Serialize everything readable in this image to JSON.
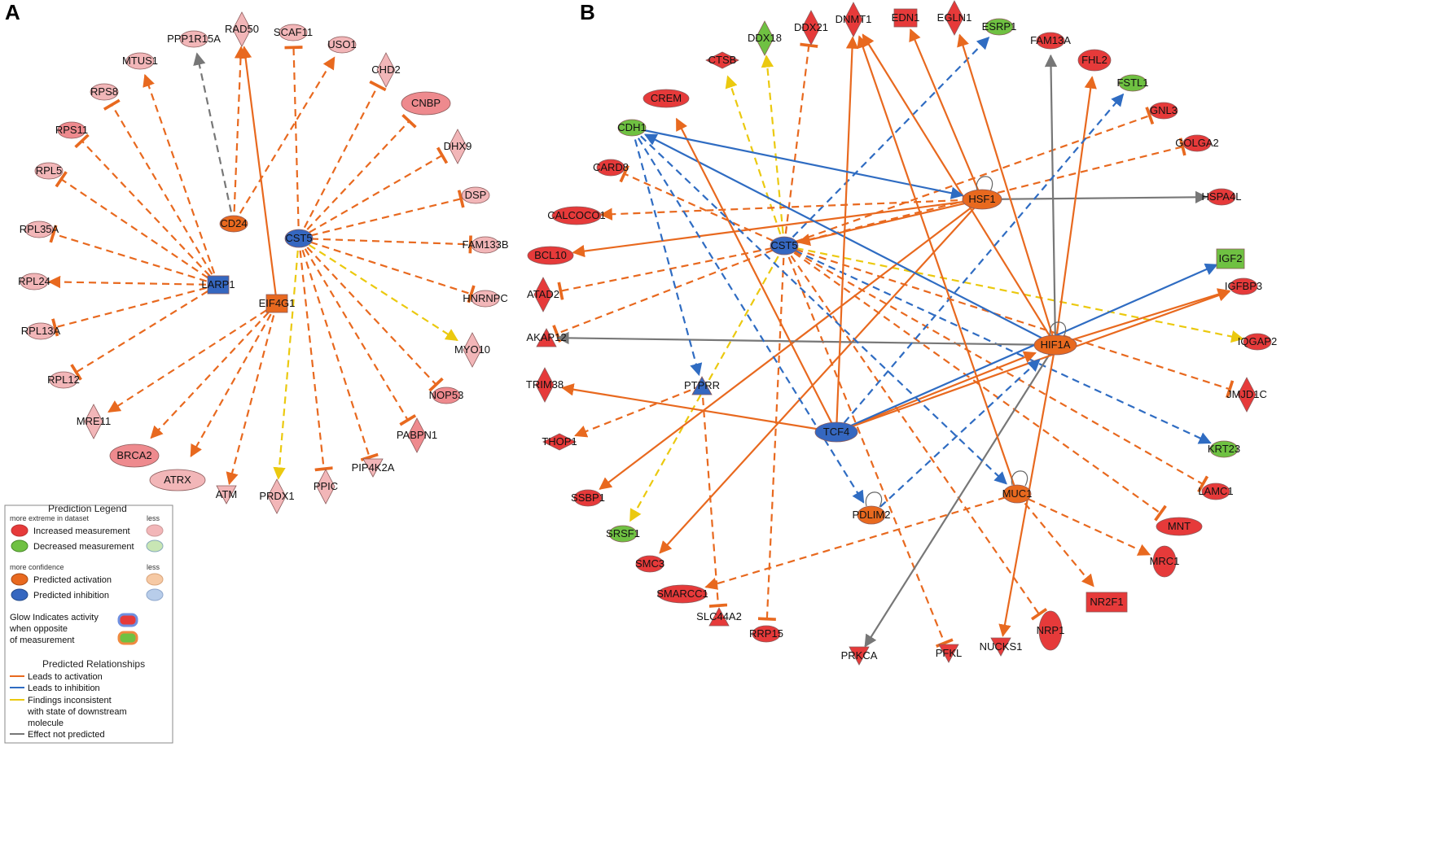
{
  "panels": {
    "a": "A",
    "b": "B"
  },
  "colors": {
    "activation": "#E8691F",
    "inhibition": "#2F6CC2",
    "inconsistent": "#EBC90F",
    "not_predicted": "#777777",
    "increased_strong": "#E63A3A",
    "increased_light": "#F2B6B8",
    "increased_mid": "#EE8A8E",
    "decreased": "#6FC142",
    "decreased_light": "#C8E6B4",
    "pred_activation": "#E8691F",
    "pred_activation_light": "#F6C9A4",
    "pred_inhibition": "#3567C0",
    "pred_inhibition_light": "#B8CDEA"
  },
  "legend": {
    "title": "Prediction Legend",
    "extreme_left": "more extreme in dataset",
    "extreme_right": "less",
    "increased": "Increased measurement",
    "decreased": "Decreased measurement",
    "confidence_left": "more confidence",
    "confidence_right": "less",
    "pred_activation": "Predicted activation",
    "pred_inhibition": "Predicted inhibition",
    "glow_lines": [
      "Glow Indicates activity",
      "when opposite",
      "of measurement"
    ],
    "rel_title": "Predicted Relationships",
    "rel_activation": "Leads to activation",
    "rel_inhibition": "Leads to inhibition",
    "rel_inconsistent_lines": [
      "Findings inconsistent",
      "with state of downstream",
      "molecule"
    ],
    "rel_not_predicted": "Effect not predicted"
  },
  "network_a": {
    "nodes": [
      {
        "id": "CST5",
        "shape": "ellipse",
        "fill": "pred_inhibition"
      },
      {
        "id": "CD24",
        "shape": "ellipse",
        "fill": "pred_activation"
      },
      {
        "id": "LARP1",
        "shape": "rect",
        "fill": "pred_inhibition"
      },
      {
        "id": "EIF4G1",
        "shape": "rect",
        "fill": "pred_activation"
      },
      {
        "id": "RAD50",
        "shape": "diamond",
        "fill": "increased_light"
      },
      {
        "id": "SCAF11",
        "shape": "ellipse",
        "fill": "increased_light"
      },
      {
        "id": "USO1",
        "shape": "ellipse",
        "fill": "increased_light"
      },
      {
        "id": "PPP1R15A",
        "shape": "ellipse",
        "fill": "increased_light"
      },
      {
        "id": "MTUS1",
        "shape": "ellipse",
        "fill": "increased_light"
      },
      {
        "id": "RPS8",
        "shape": "ellipse",
        "fill": "increased_light"
      },
      {
        "id": "RPS11",
        "shape": "ellipse",
        "fill": "increased_mid"
      },
      {
        "id": "RPL5",
        "shape": "ellipse",
        "fill": "increased_light"
      },
      {
        "id": "RPL35A",
        "shape": "ellipse",
        "fill": "increased_light"
      },
      {
        "id": "RPL24",
        "shape": "ellipse",
        "fill": "increased_light"
      },
      {
        "id": "RPL13A",
        "shape": "ellipse",
        "fill": "increased_light"
      },
      {
        "id": "RPL12",
        "shape": "ellipse",
        "fill": "increased_light"
      },
      {
        "id": "MRE11",
        "shape": "diamond",
        "fill": "increased_light"
      },
      {
        "id": "BRCA2",
        "shape": "ellipse",
        "fill": "increased_mid"
      },
      {
        "id": "ATRX",
        "shape": "ellipse",
        "fill": "increased_light"
      },
      {
        "id": "ATM",
        "shape": "triangle-down",
        "fill": "increased_light"
      },
      {
        "id": "PRDX1",
        "shape": "diamond",
        "fill": "increased_light"
      },
      {
        "id": "PPIC",
        "shape": "diamond",
        "fill": "increased_light"
      },
      {
        "id": "PIP4K2A",
        "shape": "triangle-down",
        "fill": "increased_light"
      },
      {
        "id": "PABPN1",
        "shape": "diamond",
        "fill": "increased_mid"
      },
      {
        "id": "NOP53",
        "shape": "ellipse",
        "fill": "increased_mid"
      },
      {
        "id": "MYO10",
        "shape": "diamond",
        "fill": "increased_light"
      },
      {
        "id": "HNRNPC",
        "shape": "ellipse",
        "fill": "increased_light"
      },
      {
        "id": "FAM133B",
        "shape": "ellipse",
        "fill": "increased_light"
      },
      {
        "id": "DSP",
        "shape": "ellipse",
        "fill": "increased_light"
      },
      {
        "id": "DHX9",
        "shape": "diamond",
        "fill": "increased_light"
      },
      {
        "id": "CNBP",
        "shape": "ellipse",
        "fill": "increased_mid"
      },
      {
        "id": "CHD2",
        "shape": "diamond",
        "fill": "increased_light"
      }
    ],
    "edges": [
      {
        "from": "CD24",
        "to": "RAD50",
        "type": "activation",
        "dashed": true
      },
      {
        "from": "CD24",
        "to": "USO1",
        "type": "activation",
        "dashed": true
      },
      {
        "from": "CD24",
        "to": "PPP1R15A",
        "type": "not_predicted",
        "dashed": true
      },
      {
        "from": "EIF4G1",
        "to": "RAD50",
        "type": "activation",
        "dashed": false
      },
      {
        "from": "CST5",
        "to": "SCAF11",
        "type": "inhibit_bar",
        "dashed": true
      },
      {
        "from": "CST5",
        "to": "CHD2",
        "type": "inhibit_bar",
        "dashed": true
      },
      {
        "from": "CST5",
        "to": "CNBP",
        "type": "inhibit_bar",
        "dashed": true
      },
      {
        "from": "CST5",
        "to": "DHX9",
        "type": "inhibit_bar",
        "dashed": true
      },
      {
        "from": "CST5",
        "to": "DSP",
        "type": "inhibit_bar",
        "dashed": true
      },
      {
        "from": "CST5",
        "to": "FAM133B",
        "type": "inhibit_bar",
        "dashed": true
      },
      {
        "from": "CST5",
        "to": "HNRNPC",
        "type": "inhibit_bar",
        "dashed": true
      },
      {
        "from": "CST5",
        "to": "MYO10",
        "type": "inconsistent",
        "dashed": true
      },
      {
        "from": "CST5",
        "to": "NOP53",
        "type": "inhibit_bar",
        "dashed": true
      },
      {
        "from": "CST5",
        "to": "PABPN1",
        "type": "inhibit_bar",
        "dashed": true
      },
      {
        "from": "CST5",
        "to": "PIP4K2A",
        "type": "inhibit_bar",
        "dashed": true
      },
      {
        "from": "CST5",
        "to": "PPIC",
        "type": "inhibit_bar",
        "dashed": true
      },
      {
        "from": "CST5",
        "to": "PRDX1",
        "type": "inconsistent",
        "dashed": true
      },
      {
        "from": "LARP1",
        "to": "MTUS1",
        "type": "activation",
        "dashed": true
      },
      {
        "from": "LARP1",
        "to": "RPS8",
        "type": "inhibit_bar",
        "dashed": true
      },
      {
        "from": "LARP1",
        "to": "RPS11",
        "type": "inhibit_bar",
        "dashed": true
      },
      {
        "from": "LARP1",
        "to": "RPL5",
        "type": "inhibit_bar",
        "dashed": true
      },
      {
        "from": "LARP1",
        "to": "RPL35A",
        "type": "inhibit_bar",
        "dashed": true
      },
      {
        "from": "LARP1",
        "to": "RPL24",
        "type": "activation",
        "dashed": true
      },
      {
        "from": "LARP1",
        "to": "RPL13A",
        "type": "inhibit_bar",
        "dashed": true
      },
      {
        "from": "LARP1",
        "to": "RPL12",
        "type": "inhibit_bar",
        "dashed": true
      },
      {
        "from": "EIF4G1",
        "to": "MRE11",
        "type": "activation",
        "dashed": true
      },
      {
        "from": "EIF4G1",
        "to": "BRCA2",
        "type": "activation",
        "dashed": true
      },
      {
        "from": "EIF4G1",
        "to": "ATRX",
        "type": "activation",
        "dashed": true
      },
      {
        "from": "EIF4G1",
        "to": "ATM",
        "type": "activation",
        "dashed": true
      }
    ]
  },
  "network_b": {
    "nodes": [
      {
        "id": "CST5",
        "shape": "ellipse",
        "fill": "pred_inhibition"
      },
      {
        "id": "HSF1",
        "shape": "ellipse",
        "fill": "pred_activation"
      },
      {
        "id": "HIF1A",
        "shape": "ellipse",
        "fill": "pred_activation"
      },
      {
        "id": "TCF4",
        "shape": "ellipse",
        "fill": "pred_inhibition"
      },
      {
        "id": "PTPRR",
        "shape": "triangle",
        "fill": "pred_inhibition"
      },
      {
        "id": "MUC1",
        "shape": "ellipse",
        "fill": "pred_activation"
      },
      {
        "id": "PDLIM2",
        "shape": "ellipse",
        "fill": "pred_activation"
      },
      {
        "id": "CTSB",
        "shape": "diamond-flat",
        "fill": "increased_strong"
      },
      {
        "id": "DDX18",
        "shape": "diamond",
        "fill": "decreased"
      },
      {
        "id": "DDX21",
        "shape": "diamond",
        "fill": "increased_strong"
      },
      {
        "id": "DNMT1",
        "shape": "diamond",
        "fill": "increased_strong"
      },
      {
        "id": "EDN1",
        "shape": "rect",
        "fill": "increased_strong"
      },
      {
        "id": "EGLN1",
        "shape": "diamond",
        "fill": "increased_strong"
      },
      {
        "id": "ESRP1",
        "shape": "ellipse",
        "fill": "decreased"
      },
      {
        "id": "FAM13A",
        "shape": "ellipse",
        "fill": "increased_strong"
      },
      {
        "id": "FHL2",
        "shape": "ellipse",
        "fill": "increased_strong"
      },
      {
        "id": "FSTL1",
        "shape": "ellipse",
        "fill": "decreased"
      },
      {
        "id": "GNL3",
        "shape": "ellipse",
        "fill": "increased_strong"
      },
      {
        "id": "GOLGA2",
        "shape": "ellipse",
        "fill": "increased_strong"
      },
      {
        "id": "HSPA4L",
        "shape": "ellipse",
        "fill": "increased_strong"
      },
      {
        "id": "IGF2",
        "shape": "rect",
        "fill": "decreased"
      },
      {
        "id": "IGFBP3",
        "shape": "ellipse",
        "fill": "increased_strong"
      },
      {
        "id": "IQGAP2",
        "shape": "ellipse",
        "fill": "increased_strong"
      },
      {
        "id": "JMJD1C",
        "shape": "diamond",
        "fill": "increased_strong"
      },
      {
        "id": "KRT23",
        "shape": "ellipse",
        "fill": "decreased"
      },
      {
        "id": "LAMC1",
        "shape": "ellipse",
        "fill": "increased_strong"
      },
      {
        "id": "MNT",
        "shape": "ellipse",
        "fill": "increased_strong"
      },
      {
        "id": "MRC1",
        "shape": "ellipse",
        "fill": "increased_strong"
      },
      {
        "id": "NR2F1",
        "shape": "rect",
        "fill": "increased_strong"
      },
      {
        "id": "NRP1",
        "shape": "ellipse",
        "fill": "increased_strong"
      },
      {
        "id": "NUCKS1",
        "shape": "triangle-down",
        "fill": "increased_strong"
      },
      {
        "id": "PFKL",
        "shape": "triangle-down",
        "fill": "increased_strong"
      },
      {
        "id": "PRKCA",
        "shape": "triangle-down",
        "fill": "increased_strong"
      },
      {
        "id": "RRP15",
        "shape": "ellipse",
        "fill": "increased_strong"
      },
      {
        "id": "SLC44A2",
        "shape": "triangle",
        "fill": "increased_strong"
      },
      {
        "id": "SMARCC1",
        "shape": "ellipse",
        "fill": "increased_strong"
      },
      {
        "id": "SMC3",
        "shape": "ellipse",
        "fill": "increased_strong"
      },
      {
        "id": "SRSF1",
        "shape": "ellipse",
        "fill": "decreased"
      },
      {
        "id": "SSBP1",
        "shape": "ellipse",
        "fill": "increased_strong"
      },
      {
        "id": "THOP1",
        "shape": "diamond-flat",
        "fill": "increased_strong"
      },
      {
        "id": "TRIM38",
        "shape": "diamond",
        "fill": "increased_strong"
      },
      {
        "id": "AKAP12",
        "shape": "triangle",
        "fill": "increased_strong"
      },
      {
        "id": "ATAD2",
        "shape": "diamond",
        "fill": "increased_strong"
      },
      {
        "id": "BCL10",
        "shape": "ellipse",
        "fill": "increased_strong"
      },
      {
        "id": "CALCOCO1",
        "shape": "ellipse",
        "fill": "increased_strong"
      },
      {
        "id": "CARD8",
        "shape": "ellipse",
        "fill": "increased_strong"
      },
      {
        "id": "CDH1",
        "shape": "ellipse",
        "fill": "decreased"
      },
      {
        "id": "CREM",
        "shape": "ellipse",
        "fill": "increased_strong"
      }
    ],
    "edges": [
      {
        "from": "CST5",
        "to": "CTSB",
        "type": "inconsistent",
        "dashed": true
      },
      {
        "from": "CST5",
        "to": "DDX18",
        "type": "inconsistent",
        "dashed": true
      },
      {
        "from": "CST5",
        "to": "DDX21",
        "type": "inhibit_bar",
        "dashed": true
      },
      {
        "from": "CST5",
        "to": "ESRP1",
        "type": "inhibition",
        "dashed": true
      },
      {
        "from": "CST5",
        "to": "GNL3",
        "type": "inhibit_bar",
        "dashed": true
      },
      {
        "from": "CST5",
        "to": "GOLGA2",
        "type": "inhibit_bar",
        "dashed": true
      },
      {
        "from": "CST5",
        "to": "IQGAP2",
        "type": "inconsistent",
        "dashed": true
      },
      {
        "from": "CST5",
        "to": "JMJD1C",
        "type": "inhibit_bar",
        "dashed": true
      },
      {
        "from": "CST5",
        "to": "KRT23",
        "type": "inhibition",
        "dashed": true
      },
      {
        "from": "CST5",
        "to": "LAMC1",
        "type": "inhibit_bar",
        "dashed": true
      },
      {
        "from": "CST5",
        "to": "MNT",
        "type": "inhibit_bar",
        "dashed": true
      },
      {
        "from": "CST5",
        "to": "NRP1",
        "type": "inhibit_bar",
        "dashed": true
      },
      {
        "from": "CST5",
        "to": "RRP15",
        "type": "inhibit_bar",
        "dashed": true
      },
      {
        "from": "CST5",
        "to": "ATAD2",
        "type": "inhibit_bar",
        "dashed": true
      },
      {
        "from": "CST5",
        "to": "AKAP12",
        "type": "inhibit_bar",
        "dashed": true
      },
      {
        "from": "CST5",
        "to": "SRSF1",
        "type": "inconsistent",
        "dashed": true
      },
      {
        "from": "CST5",
        "to": "PFKL",
        "type": "inhibit_bar",
        "dashed": true
      },
      {
        "from": "CST5",
        "to": "CARD8",
        "type": "inhibit_bar",
        "dashed": true
      },
      {
        "from": "HSF1",
        "to": "CST5",
        "type": "activation",
        "dashed": false
      },
      {
        "from": "HSF1",
        "to": "HSPA4L",
        "type": "not_predicted",
        "dashed": false
      },
      {
        "from": "HSF1",
        "to": "BCL10",
        "type": "activation",
        "dashed": false
      },
      {
        "from": "HSF1",
        "to": "EDN1",
        "type": "activation",
        "dashed": false
      },
      {
        "from": "HSF1",
        "to": "SSBP1",
        "type": "activation",
        "dashed": false
      },
      {
        "from": "HSF1",
        "to": "SMC3",
        "type": "activation",
        "dashed": false
      },
      {
        "from": "HSF1",
        "to": "CALCOCO1",
        "type": "activation",
        "dashed": true
      },
      {
        "from": "HIF1A",
        "to": "DNMT1",
        "type": "activation",
        "dashed": false
      },
      {
        "from": "HIF1A",
        "to": "EGLN1",
        "type": "activation",
        "dashed": false
      },
      {
        "from": "HIF1A",
        "to": "FHL2",
        "type": "activation",
        "dashed": false
      },
      {
        "from": "HIF1A",
        "to": "FAM13A",
        "type": "not_predicted",
        "dashed": false
      },
      {
        "from": "HIF1A",
        "to": "IGFBP3",
        "type": "activation",
        "dashed": false
      },
      {
        "from": "HIF1A",
        "to": "PRKCA",
        "type": "not_predicted",
        "dashed": false
      },
      {
        "from": "HIF1A",
        "to": "NUCKS1",
        "type": "activation",
        "dashed": false
      },
      {
        "from": "HIF1A",
        "to": "AKAP12",
        "type": "not_predicted",
        "dashed": false
      },
      {
        "from": "HIF1A",
        "to": "CDH1",
        "type": "inhibition",
        "dashed": false
      },
      {
        "from": "TCF4",
        "to": "HIF1A",
        "type": "activation",
        "dashed": false
      },
      {
        "from": "TCF4",
        "to": "IGF2",
        "type": "inhibition",
        "dashed": false
      },
      {
        "from": "TCF4",
        "to": "IGFBP3",
        "type": "activation",
        "dashed": false
      },
      {
        "from": "TCF4",
        "to": "DNMT1",
        "type": "activation",
        "dashed": false
      },
      {
        "from": "TCF4",
        "to": "TRIM38",
        "type": "activation",
        "dashed": false
      },
      {
        "from": "TCF4",
        "to": "CREM",
        "type": "activation",
        "dashed": false
      },
      {
        "from": "TCF4",
        "to": "FSTL1",
        "type": "inhibition",
        "dashed": true
      },
      {
        "from": "CDH1",
        "to": "HSF1",
        "type": "inhibition",
        "dashed": false
      },
      {
        "from": "CDH1",
        "to": "PDLIM2",
        "type": "inhibition",
        "dashed": true
      },
      {
        "from": "CDH1",
        "to": "PTPRR",
        "type": "inhibition",
        "dashed": true
      },
      {
        "from": "CDH1",
        "to": "MUC1",
        "type": "inhibition",
        "dashed": true
      },
      {
        "from": "PTPRR",
        "to": "SLC44A2",
        "type": "inhibit_bar",
        "dashed": true
      },
      {
        "from": "PTPRR",
        "to": "THOP1",
        "type": "activation",
        "dashed": true
      },
      {
        "from": "MUC1",
        "to": "SMARCC1",
        "type": "activation",
        "dashed": true
      },
      {
        "from": "MUC1",
        "to": "NR2F1",
        "type": "activation",
        "dashed": true
      },
      {
        "from": "MUC1",
        "to": "MRC1",
        "type": "activation",
        "dashed": true
      },
      {
        "from": "MUC1",
        "to": "DNMT1",
        "type": "activation",
        "dashed": false
      },
      {
        "from": "PDLIM2",
        "to": "HIF1A",
        "type": "inhibition",
        "dashed": true
      }
    ]
  }
}
